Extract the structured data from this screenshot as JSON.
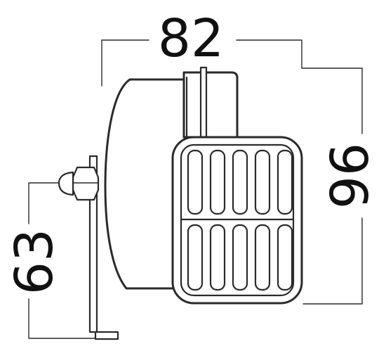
{
  "dimensions": {
    "width": "82",
    "height": "96",
    "mount_height": "63"
  },
  "colors": {
    "line": "#2a2a2a",
    "text": "#111111",
    "background": "#ffffff"
  }
}
